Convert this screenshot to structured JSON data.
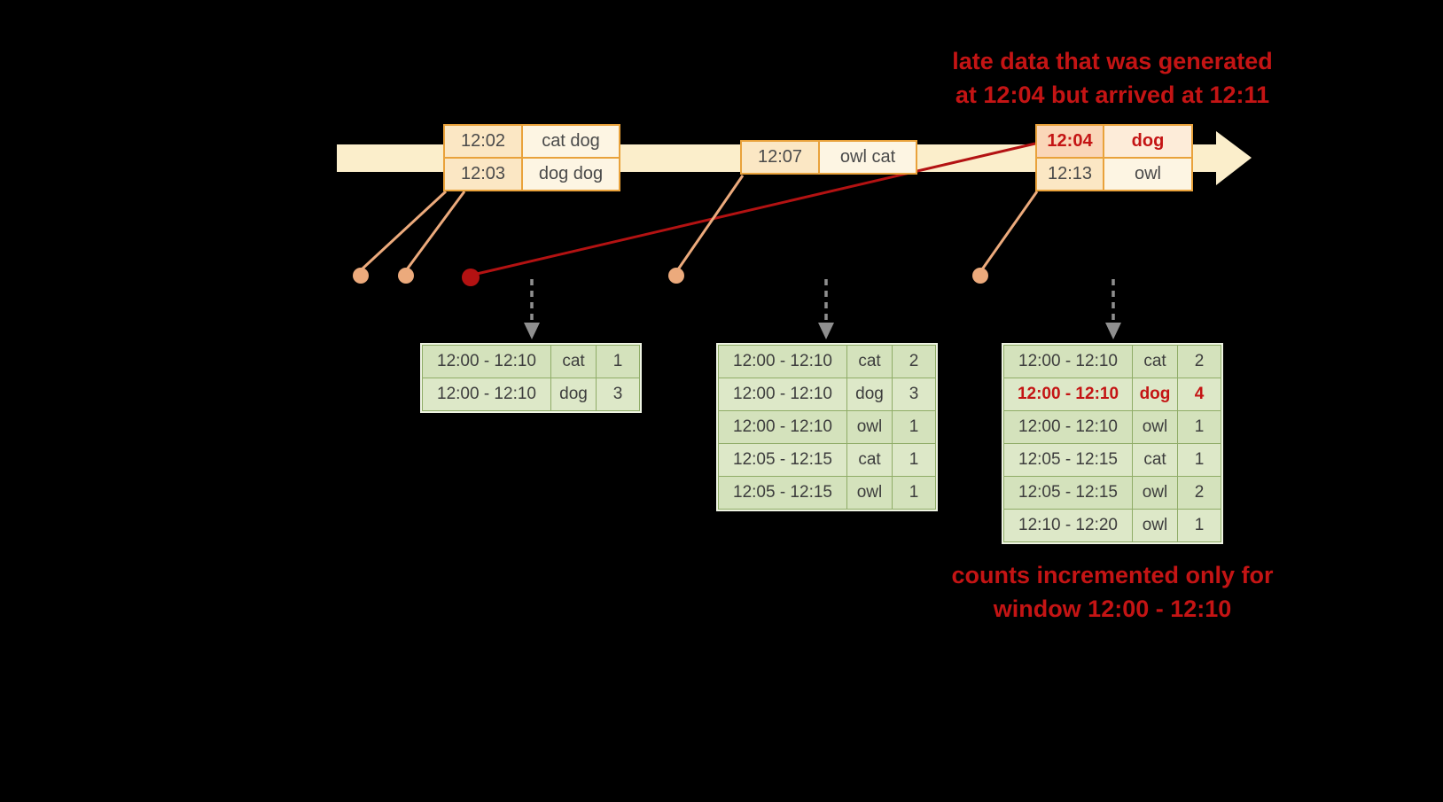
{
  "annotations": {
    "late_data": {
      "line1": "late data that was generated",
      "line2": "at 12:04 but arrived at 12:11"
    },
    "counts_note": {
      "line1": "counts incremented only for",
      "line2": "window 12:00 - 12:10"
    }
  },
  "colors": {
    "background": "#000000",
    "timeline_fill": "#fbeecb",
    "event_border": "#e9a23b",
    "event_time_fill": "#fbe7c4",
    "event_words_fill": "#fdf5e3",
    "late_red": "#c41414",
    "connector_salmon": "#ecaa7c",
    "table_grid_green": "#8fac67",
    "table_cell_fill": "#dde8c8",
    "trigger_arrow_gray": "#8f8f8f"
  },
  "event_groups": [
    {
      "rows": [
        {
          "time": "12:02",
          "words": "cat dog"
        },
        {
          "time": "12:03",
          "words": "dog dog"
        }
      ]
    },
    {
      "rows": [
        {
          "time": "12:07",
          "words": "owl cat"
        }
      ]
    },
    {
      "rows": [
        {
          "time": "12:04",
          "words": "dog",
          "emphasis": "late-red"
        },
        {
          "time": "12:13",
          "words": "owl"
        }
      ]
    }
  ],
  "result_tables": [
    {
      "rows": [
        {
          "window": "12:00 - 12:10",
          "word": "cat",
          "count": "1"
        },
        {
          "window": "12:00 - 12:10",
          "word": "dog",
          "count": "3"
        }
      ]
    },
    {
      "rows": [
        {
          "window": "12:00 - 12:10",
          "word": "cat",
          "count": "2"
        },
        {
          "window": "12:00 - 12:10",
          "word": "dog",
          "count": "3"
        },
        {
          "window": "12:00 - 12:10",
          "word": "owl",
          "count": "1"
        },
        {
          "window": "12:05 - 12:15",
          "word": "cat",
          "count": "1"
        },
        {
          "window": "12:05 - 12:15",
          "word": "owl",
          "count": "1"
        }
      ]
    },
    {
      "rows": [
        {
          "window": "12:00 - 12:10",
          "word": "cat",
          "count": "2"
        },
        {
          "window": "12:00 - 12:10",
          "word": "dog",
          "count": "4",
          "emphasis": "late-red"
        },
        {
          "window": "12:00 - 12:10",
          "word": "owl",
          "count": "1"
        },
        {
          "window": "12:05 - 12:15",
          "word": "cat",
          "count": "1"
        },
        {
          "window": "12:05 - 12:15",
          "word": "owl",
          "count": "2"
        },
        {
          "window": "12:10 - 12:20",
          "word": "owl",
          "count": "1"
        }
      ]
    }
  ]
}
